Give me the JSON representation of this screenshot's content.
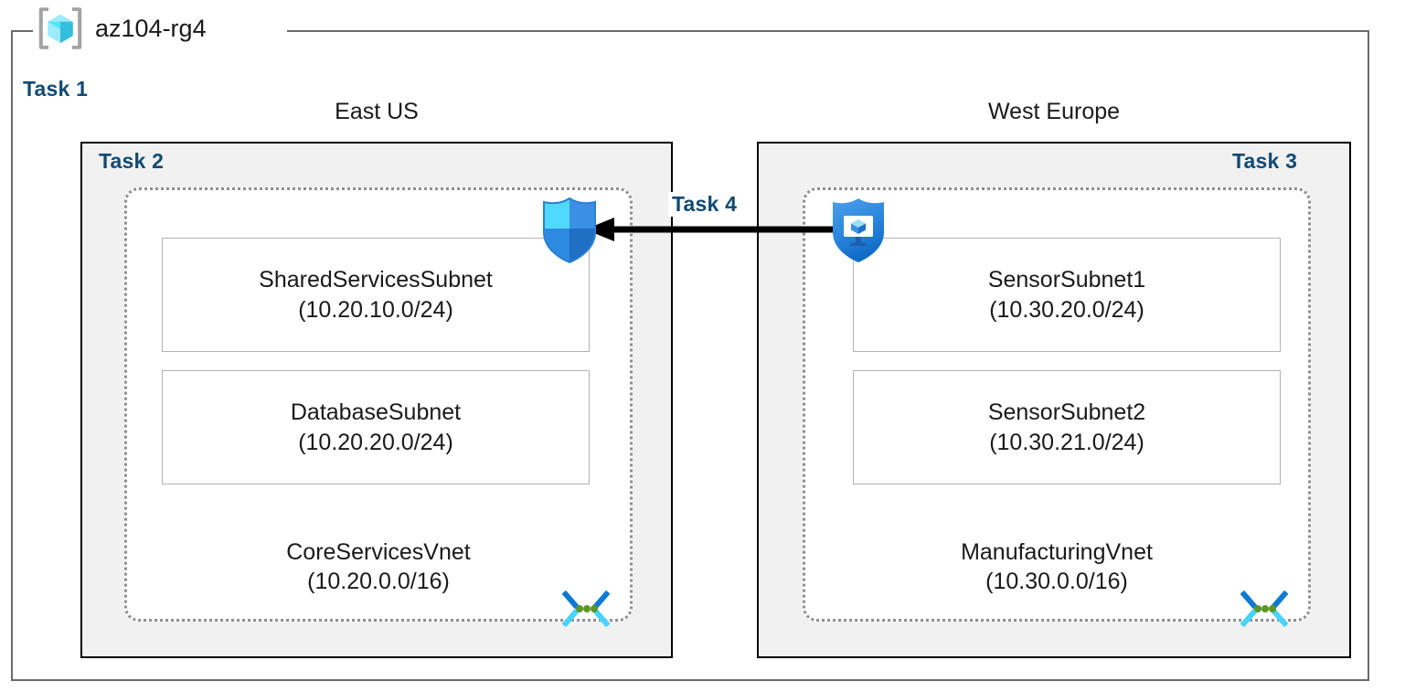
{
  "resource_group": {
    "name": "az104-rg4",
    "icon": "azure-resource-group-cube-icon"
  },
  "tasks": {
    "task1": "Task 1",
    "task2": "Task 2",
    "task3": "Task 3",
    "task4": "Task 4"
  },
  "regions": [
    {
      "id": "east-us",
      "title": "East US",
      "task": "Task 2",
      "vnet": {
        "name": "CoreServicesVnet",
        "cidr": "(10.20.0.0/16)",
        "icon": "azure-virtual-network-icon",
        "subnets": [
          {
            "name": "SharedServicesSubnet",
            "cidr": "(10.20.10.0/24)"
          },
          {
            "name": "DatabaseSubnet",
            "cidr": "(10.20.20.0/24)"
          }
        ]
      },
      "badge_icon": "azure-firewall-shield-icon"
    },
    {
      "id": "west-europe",
      "title": "West Europe",
      "task": "Task 3",
      "vnet": {
        "name": "ManufacturingVnet",
        "cidr": "(10.30.0.0/16)",
        "icon": "azure-virtual-network-icon",
        "subnets": [
          {
            "name": "SensorSubnet1",
            "cidr": "(10.30.20.0/24)"
          },
          {
            "name": "SensorSubnet2",
            "cidr": "(10.30.21.0/24)"
          }
        ]
      },
      "badge_icon": "azure-defender-shield-monitor-icon"
    }
  ],
  "connection": {
    "label": "Task 4",
    "direction": "right-to-left",
    "from": "ManufacturingVnet",
    "to": "CoreServicesVnet",
    "icon": "left-arrow-icon"
  },
  "colors": {
    "task_label": "#114a74",
    "region_panel_fill": "#f1f1f1",
    "region_panel_border": "#000000",
    "vnet_border": "#8f8f8f",
    "subnet_border": "#b3b3b3",
    "rg_border": "#6b6b6b",
    "arrow": "#000000",
    "azure_blue": "#0078d4",
    "azure_cyan": "#50e6ff",
    "vnet_icon_green": "#5e9624"
  }
}
